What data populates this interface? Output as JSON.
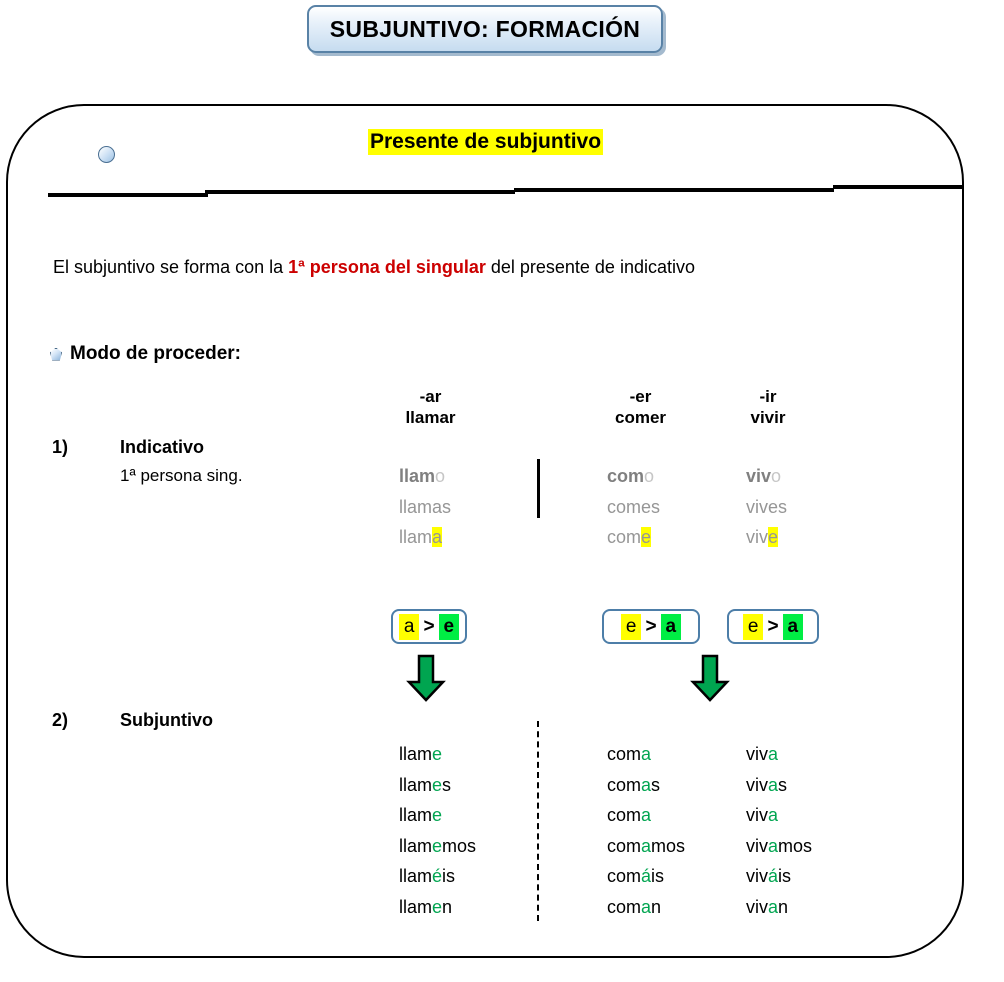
{
  "title_banner": {
    "text": "SUBJUNTIVO: FORMACIÓN",
    "border_color": "#5982a6"
  },
  "header": {
    "title": "Presente de subjuntivo",
    "highlight_color": "#ffff00",
    "bullet_icon": "circle-bullet-icon"
  },
  "intro": {
    "before": "El subjuntivo se forma con la ",
    "emphasis": "1ª persona del singular",
    "after": " del presente de indicativo",
    "emphasis_color": "#cc0000"
  },
  "modo": {
    "label": "Modo de proceder:",
    "bullet_icon": "diamond-bullet-icon"
  },
  "verb_groups": [
    {
      "ending": "-ar",
      "infinitive": "llamar"
    },
    {
      "ending": "-er",
      "infinitive": "comer"
    },
    {
      "ending": "-ir",
      "infinitive": "vivir"
    }
  ],
  "indicativo": {
    "number": "1)",
    "title": "Indicativo",
    "subtitle": "1ª persona sing.",
    "text_color": "#969696",
    "columns": [
      {
        "verb": "llamar",
        "forms": [
          {
            "stem": "llam",
            "mid": "",
            "ending": "o",
            "stem_bold": true,
            "ending_light": true,
            "ending_highlight": false
          },
          {
            "stem": "llamas",
            "mid": "",
            "ending": "",
            "stem_bold": false,
            "ending_light": false,
            "ending_highlight": false
          },
          {
            "stem": "llam",
            "mid": "",
            "ending": "a",
            "stem_bold": false,
            "ending_light": false,
            "ending_highlight": true
          }
        ]
      },
      {
        "verb": "comer",
        "forms": [
          {
            "stem": "com",
            "mid": "",
            "ending": "o",
            "stem_bold": true,
            "ending_light": true,
            "ending_highlight": false
          },
          {
            "stem": "comes",
            "mid": "",
            "ending": "",
            "stem_bold": false,
            "ending_light": false,
            "ending_highlight": false
          },
          {
            "stem": "com",
            "mid": "",
            "ending": "e",
            "stem_bold": false,
            "ending_light": false,
            "ending_highlight": true
          }
        ]
      },
      {
        "verb": "vivir",
        "forms": [
          {
            "stem": "viv",
            "mid": "",
            "ending": "o",
            "stem_bold": true,
            "ending_light": true,
            "ending_highlight": false
          },
          {
            "stem": "vives",
            "mid": "",
            "ending": "",
            "stem_bold": false,
            "ending_light": false,
            "ending_highlight": false
          },
          {
            "stem": "viv",
            "mid": "",
            "ending": "e",
            "stem_bold": false,
            "ending_light": false,
            "ending_highlight": true
          }
        ]
      }
    ]
  },
  "rules": [
    {
      "source": "a",
      "arrow": ">",
      "result": "e",
      "for_group": "-ar"
    },
    {
      "source": "e",
      "arrow": ">",
      "result": "a",
      "for_group": "-er"
    },
    {
      "source": "e",
      "arrow": ">",
      "result": "a",
      "for_group": "-ir"
    }
  ],
  "rule_colors": {
    "source_bg": "#ffff00",
    "result_bg": "#00ee44",
    "box_border": "#4d7ea8",
    "arrow_fill": "#00a550"
  },
  "subjuntivo": {
    "number": "2)",
    "title": "Subjuntivo",
    "vowel_color": "#00a550",
    "columns": [
      {
        "verb": "llamar",
        "forms": [
          {
            "pre": "llam",
            "vowel": "e",
            "post": ""
          },
          {
            "pre": "llam",
            "vowel": "e",
            "post": "s"
          },
          {
            "pre": "llam",
            "vowel": "e",
            "post": ""
          },
          {
            "pre": "llam",
            "vowel": "e",
            "post": "mos"
          },
          {
            "pre": "llam",
            "vowel": "é",
            "post": "is"
          },
          {
            "pre": "llam",
            "vowel": "e",
            "post": "n"
          }
        ]
      },
      {
        "verb": "comer",
        "forms": [
          {
            "pre": "com",
            "vowel": "a",
            "post": ""
          },
          {
            "pre": "com",
            "vowel": "a",
            "post": "s"
          },
          {
            "pre": "com",
            "vowel": "a",
            "post": ""
          },
          {
            "pre": "com",
            "vowel": "a",
            "post": "mos"
          },
          {
            "pre": "com",
            "vowel": "á",
            "post": "is"
          },
          {
            "pre": "com",
            "vowel": "a",
            "post": "n"
          }
        ]
      },
      {
        "verb": "vivir",
        "forms": [
          {
            "pre": "viv",
            "vowel": "a",
            "post": ""
          },
          {
            "pre": "viv",
            "vowel": "a",
            "post": "s"
          },
          {
            "pre": "viv",
            "vowel": "a",
            "post": ""
          },
          {
            "pre": "viv",
            "vowel": "a",
            "post": "mos"
          },
          {
            "pre": "viv",
            "vowel": "á",
            "post": "is"
          },
          {
            "pre": "viv",
            "vowel": "a",
            "post": "n"
          }
        ]
      }
    ]
  }
}
